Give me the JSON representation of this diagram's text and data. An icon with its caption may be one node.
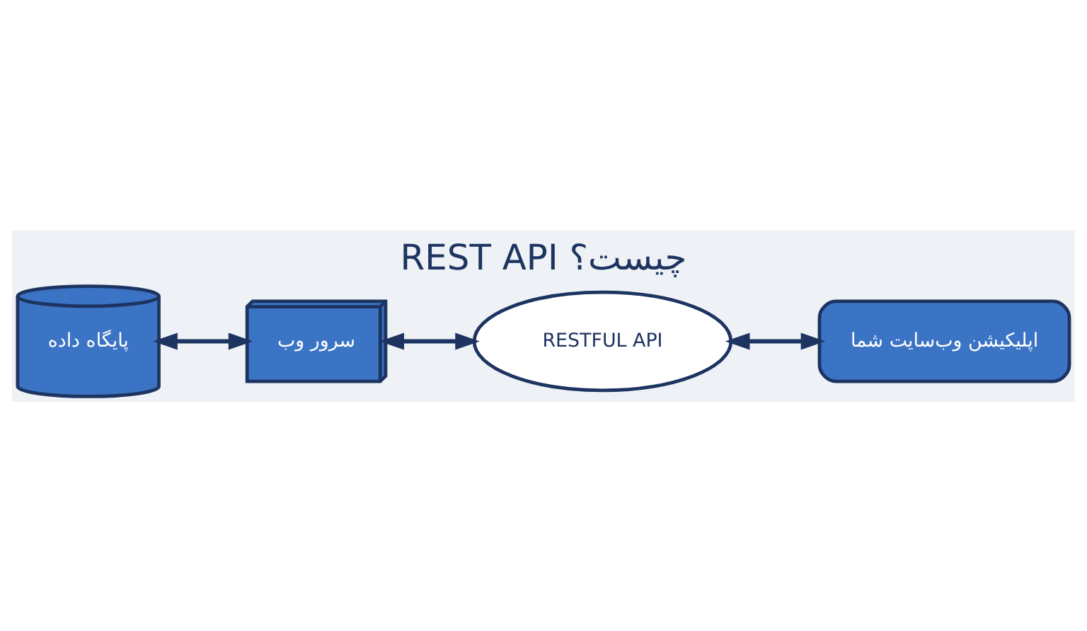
{
  "diagram": {
    "title": "REST API چیست؟",
    "nodes": [
      {
        "text": [
          "اپلیکیشن وب‌سایت شما"
        ]
      },
      {
        "text": [
          "RESTFUL API"
        ]
      },
      {
        "text": [
          "سرور وب"
        ]
      },
      {
        "text": [
          "پایگاه داده"
        ]
      }
    ],
    "edges": [
      {
        "from": 0,
        "to": 1,
        "arrow": "both"
      },
      {
        "from": 1,
        "to": 2,
        "arrow": "both"
      },
      {
        "from": 2,
        "to": 3,
        "arrow": "both"
      }
    ]
  }
}
